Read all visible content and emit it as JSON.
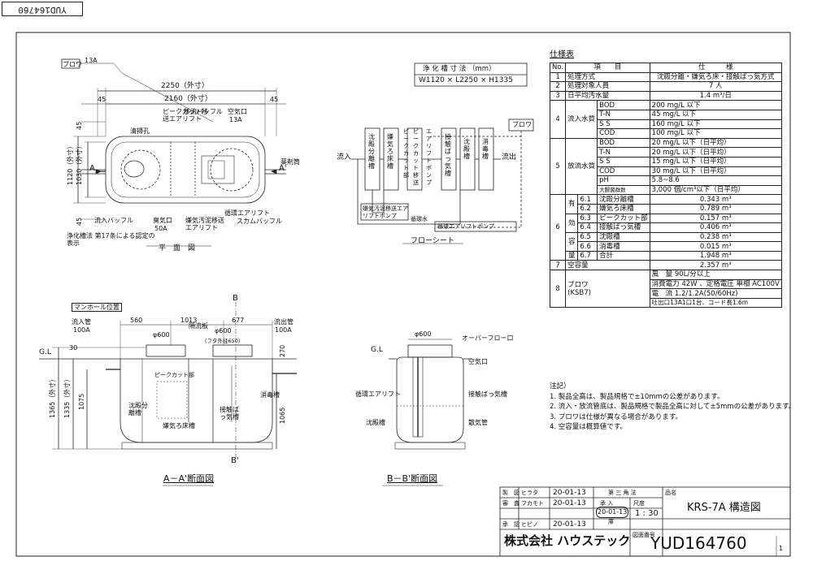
{
  "drawing_no_stamp": "YUD164760",
  "spec": {
    "title": "仕様表",
    "header": {
      "no": "No.",
      "item": "項　　目",
      "spec": "仕　　　様"
    },
    "rows": [
      {
        "no": "1",
        "item": "処理方式",
        "value": "沈殿分離・嫌気ろ床・接触ばっ気方式"
      },
      {
        "no": "2",
        "item": "処理対象人員",
        "value": "7 人"
      },
      {
        "no": "3",
        "item": "日平均汚水量",
        "value": "1.4 m³/日"
      }
    ],
    "inflow": {
      "no": "4",
      "item": "流入水質",
      "params": [
        {
          "k": "BOD",
          "v": "200 mg/L 以下"
        },
        {
          "k": "T-N",
          "v": "45 mg/L 以下"
        },
        {
          "k": "S S",
          "v": "160 mg/L 以下"
        },
        {
          "k": "COD",
          "v": "100 mg/L 以下"
        }
      ]
    },
    "outflow": {
      "no": "5",
      "item": "放流水質",
      "params": [
        {
          "k": "BOD",
          "v": "20 mg/L 以下（日平均）"
        },
        {
          "k": "T-N",
          "v": "20 mg/L 以下（日平均）"
        },
        {
          "k": "S S",
          "v": "15 mg/L 以下（日平均）"
        },
        {
          "k": "COD",
          "v": "30 mg/L 以下（日平均）"
        },
        {
          "k": "pH",
          "v": "5.8~8.6"
        },
        {
          "k": "大腸菌群数",
          "v": "3,000 個/cm³以下（日平均）"
        }
      ]
    },
    "volume": {
      "no": "6",
      "group": [
        "有",
        "効",
        "容",
        "量"
      ],
      "items": [
        {
          "n": "6.1",
          "k": "沈殿分離槽",
          "v": "0.343 m³"
        },
        {
          "n": "6.2",
          "k": "嫌気ろ床槽",
          "v": "0.789 m³"
        },
        {
          "n": "6.3",
          "k": "ピークカット部",
          "v": "0.157 m³"
        },
        {
          "n": "6.4",
          "k": "接触ばっ気槽",
          "v": "0.406 m³"
        },
        {
          "n": "6.5",
          "k": "沈殿槽",
          "v": "0.238 m³"
        },
        {
          "n": "6.6",
          "k": "消毒槽",
          "v": "0.015 m³"
        },
        {
          "n": "6.7",
          "k": "合計",
          "v": "1.948 m³"
        }
      ]
    },
    "row7": {
      "no": "7",
      "item": "空容量",
      "value": "2.357 m³"
    },
    "blower": {
      "no": "8",
      "item": "ブロワ",
      "model": "(KSB7)",
      "lines": [
        "風　量 90L/分以上",
        "消費電力 42W 、定格電圧 単相 AC100V",
        "電　流 1.2/1.2A(50/60Hz)",
        "吐出口13A1口1台、コード長1.6m"
      ]
    }
  },
  "notes": {
    "title": "注記）",
    "items": [
      "1. 製品全高は、製品規格で±10mmの公差があります。",
      "2. 流入・放流管底は、製品規格で製品全高に対して±5mmの公差があります。",
      "3. ブロワは仕様が異なる場合があります。",
      "4. 空容量は概算値です。"
    ]
  },
  "size_box": {
    "title": "浄 化 槽 寸 法 （mm）",
    "value": "W1120 × L2250 × H1335"
  },
  "flow": {
    "title": "フローシート",
    "inflow": "流入",
    "outflow": "流出",
    "blower": "ブロワ",
    "tanks": [
      "沈殿分離槽",
      "嫌気ろ床槽",
      "ピークカット部",
      "ピークカット移送",
      "エアリフトポンプ",
      "接触ばっ気槽",
      "沈殿槽",
      "消毒槽"
    ],
    "sludge_pump": "嫌気汚泥移送エアリフトポンプ",
    "circ_water": "循環水",
    "circ_pump": "循環エアリフトポンプ"
  },
  "plan": {
    "title": "平　面　図",
    "blower_tag": "ブロワ",
    "blower_size": "13A",
    "dims": {
      "total": "2250（外寸）",
      "inner": "2160（外寸）",
      "left": "45",
      "right": "45",
      "w1": "1120（外寸）",
      "w2": "1030（外寸）",
      "d45a": "45",
      "d45b": "45"
    },
    "labels": {
      "cleaning": "清掃孔",
      "peak": "ピークカット移送エアリフト",
      "baffle": "移流バッフル",
      "air": "空気口",
      "air_size": "13A",
      "disinfect": "薬剤筒",
      "inlet_baffle": "流入バッフル",
      "vent": "臭気口",
      "vent_size": "50A",
      "sludge": "嫌気汚泥移送エアリフト",
      "circ": "循環エアリフト",
      "scum": "スカムバッフル",
      "law": "浄化槽法 第17条による認定の表示",
      "a": "A",
      "a2": "A'"
    }
  },
  "secA": {
    "title": "A－A'断面図",
    "manhole": "マンホール位置",
    "dims": {
      "d560": "560",
      "d1013": "1013",
      "d677": "677",
      "in_pipe": "流入管",
      "in_size": "100A",
      "out_pipe": "流出管",
      "out_size": "100A",
      "gl": "G.L",
      "d30": "30",
      "d270": "270",
      "h1365": "1365（外寸）",
      "h1335": "1335（外寸）",
      "h1075": "1075",
      "h1065": "1065",
      "phi1": "φ600",
      "phi2": "φ600",
      "lid": "（フタ外径650）",
      "b": "B",
      "b2": "B'"
    },
    "labels": {
      "partition": "隔流板",
      "peak": "ピークカット部",
      "sep": "沈殿分離槽",
      "anaer": "嫌気ろ床槽",
      "contact": "接触ばっ気槽",
      "disinf": "消毒槽"
    }
  },
  "secB": {
    "title": "B－B'断面図",
    "labels": {
      "phi": "φ600",
      "gl": "G.L",
      "overflow": "オーバーフロー口",
      "air": "空気口",
      "circ": "循環エアリフト",
      "contact": "接触ばっ気槽",
      "settle": "沈殿槽",
      "diffuser": "散気管"
    }
  },
  "title_block": {
    "rows": [
      {
        "role": "製　図",
        "name": "ヒラタ",
        "date": "20-01-13"
      },
      {
        "role": "審　査",
        "name": "フカモト",
        "date": "20-01-13"
      },
      {
        "role": "承　認",
        "name": "ヒビノ",
        "date": "20-01-13"
      }
    ],
    "angle": "第 三 角 法",
    "scale_label": "尺度",
    "scale": "1 : 30",
    "stamp": [
      "承 入",
      "20-01-13",
      "庫"
    ],
    "name_label": "品名",
    "name": "KRS-7A 構造図",
    "company": "株式会社 ハウステック",
    "dwg_label": "図面番号",
    "dwg_no": "YUD164760",
    "rev": "1"
  }
}
